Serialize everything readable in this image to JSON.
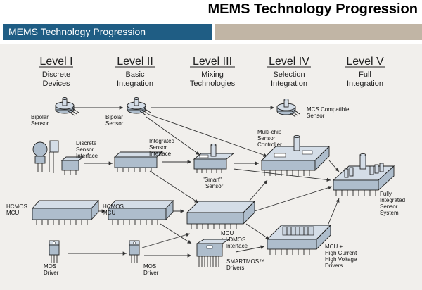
{
  "title": "MEMS Technology Progression",
  "banner_label": "MEMS Technology Progression",
  "levels": [
    {
      "name": "Level I",
      "desc1": "Discrete",
      "desc2": "Devices"
    },
    {
      "name": "Level II",
      "desc1": "Basic",
      "desc2": "Integration"
    },
    {
      "name": "Level III",
      "desc1": "Mixing",
      "desc2": "Technologies"
    },
    {
      "name": "Level IV",
      "desc1": "Selection",
      "desc2": "Integration"
    },
    {
      "name": "Level V",
      "desc1": "Full",
      "desc2": "Integration"
    }
  ],
  "components": {
    "bipolar_sensor_1": [
      "Bipolar",
      "Sensor"
    ],
    "bipolar_sensor_2": [
      "Bipolar",
      "Sensor"
    ],
    "mcs_sensor": [
      "MCS Compatible",
      "Sensor"
    ],
    "discrete_interface": [
      "Discrete",
      "Sensor",
      "Interface"
    ],
    "integrated_interface": [
      "Integrated",
      "Sensor",
      "Interface"
    ],
    "smart_sensor": [
      "\"Smart\"",
      "Sensor"
    ],
    "multichip": [
      "Multi-chip",
      "Sensor",
      "Controller"
    ],
    "hcmos_1": [
      "HCMOS",
      "MCU"
    ],
    "hcmos_2": [
      "HCMOS",
      "MCU"
    ],
    "fully_integrated": [
      "Fully",
      "Integrated",
      "Sensor",
      "System"
    ],
    "mcu_ldmos": [
      "MCU",
      "+ LDMOS",
      "+ Interface"
    ],
    "mos_driver_1": [
      "MOS",
      "Driver"
    ],
    "mos_driver_2": [
      "MOS",
      "Driver"
    ],
    "smartmos": [
      "SMARTMOS™",
      "Drivers"
    ],
    "mcu_hc": [
      "MCU +",
      "High Current",
      "High Voltage",
      "Drivers"
    ]
  },
  "colors": {
    "banner": "#1f5d84",
    "banner_right": "#c1b5a5",
    "background": "#f1efec",
    "chip": "#aebdcc"
  }
}
